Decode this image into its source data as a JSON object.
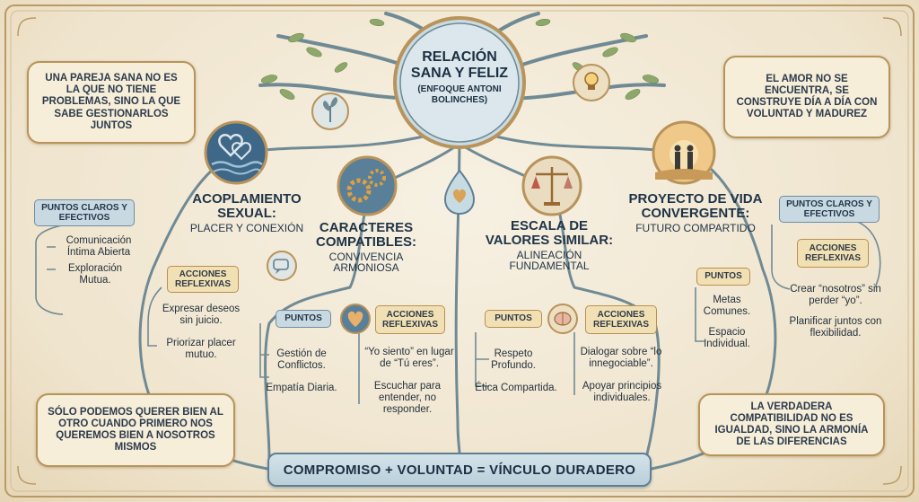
{
  "center": {
    "title": "RELACIÓN SANA Y FELIZ",
    "subtitle": "(ENFOQUE ANTONI BOLINCHES)"
  },
  "quotes": {
    "top_left": "UNA PAREJA SANA NO ES LA QUE NO TIENE PROBLEMAS, SINO LA QUE SABE GESTIONARLOS JUNTOS",
    "top_right": "EL AMOR NO SE ENCUENTRA, SE CONSTRUYE DÍA A DÍA CON VOLUNTAD Y MADUREZ",
    "bottom_left": "SÓLO PODEMOS QUERER BIEN AL OTRO CUANDO PRIMERO NOS QUEREMOS BIEN A NOSOTROS MISMOS",
    "bottom_right": "LA VERDADERA COMPATIBILIDAD NO ES IGUALDAD, SINO LA ARMONÍA DE LAS DIFERENCIAS"
  },
  "banner": "COMPROMISO + VOLUNTAD = VÍNCULO DURADERO",
  "pillars": {
    "p1": {
      "title": "ACOPLAMIENTO SEXUAL:",
      "subtitle": "PLACER Y CONEXIÓN",
      "points_label": "PUNTOS CLAROS Y EFECTIVOS",
      "points": [
        "Comunicación Íntima Abierta",
        "Exploración Mutua."
      ],
      "actions_label": "ACCIONES REFLEXIVAS",
      "actions": [
        "Expresar deseos sin juicio.",
        "Priorizar placer mutuo."
      ]
    },
    "p2": {
      "title": "CARACTERES COMPATIBLES:",
      "subtitle": "CONVIVENCIA ARMONIOSA",
      "points_label": "PUNTOS",
      "points": [
        "Gestión de Conflictos.",
        "Empatía Diaria."
      ],
      "actions_label": "ACCIONES REFLEXIVAS",
      "actions": [
        "“Yo siento” en lugar de “Tú eres”.",
        "Escuchar para entender, no responder."
      ]
    },
    "p3": {
      "title": "ESCALA DE VALORES SIMILAR:",
      "subtitle": "ALINEACIÓN FUNDAMENTAL",
      "points_label": "PUNTOS",
      "points": [
        "Respeto Profundo.",
        "Ética Compartida."
      ],
      "actions_label": "ACCIONES REFLEXIVAS",
      "actions": [
        "Dialogar sobre “lo innegociable”.",
        "Apoyar principios individuales."
      ]
    },
    "p4": {
      "title": "PROYECTO DE VIDA CONVERGENTE:",
      "subtitle": "FUTURO COMPARTIDO",
      "points_label": "PUNTOS",
      "points": [
        "Metas Comunes.",
        "Espacio Individual."
      ],
      "extra_label": "PUNTOS CLAROS Y EFECTIVOS",
      "actions_label": "ACCIONES REFLEXIVAS",
      "actions": [
        "Crear “nosotros” sin perder “yo”.",
        "Planificar juntos con flexibilidad."
      ]
    }
  },
  "icons": [
    "hearts-waves-icon",
    "gears-icon",
    "scales-icon",
    "couple-sunset-icon",
    "sprout-icon",
    "lightbulb-icon",
    "speech-bubble-icon",
    "heart-icon",
    "brain-icon",
    "heart-drop-icon"
  ],
  "colors": {
    "accent_gold": "#b8935a",
    "accent_blue": "#5f7f95",
    "tree": "#6f8a94",
    "leaf": "#8ea86b",
    "background": "#f3ead6"
  }
}
